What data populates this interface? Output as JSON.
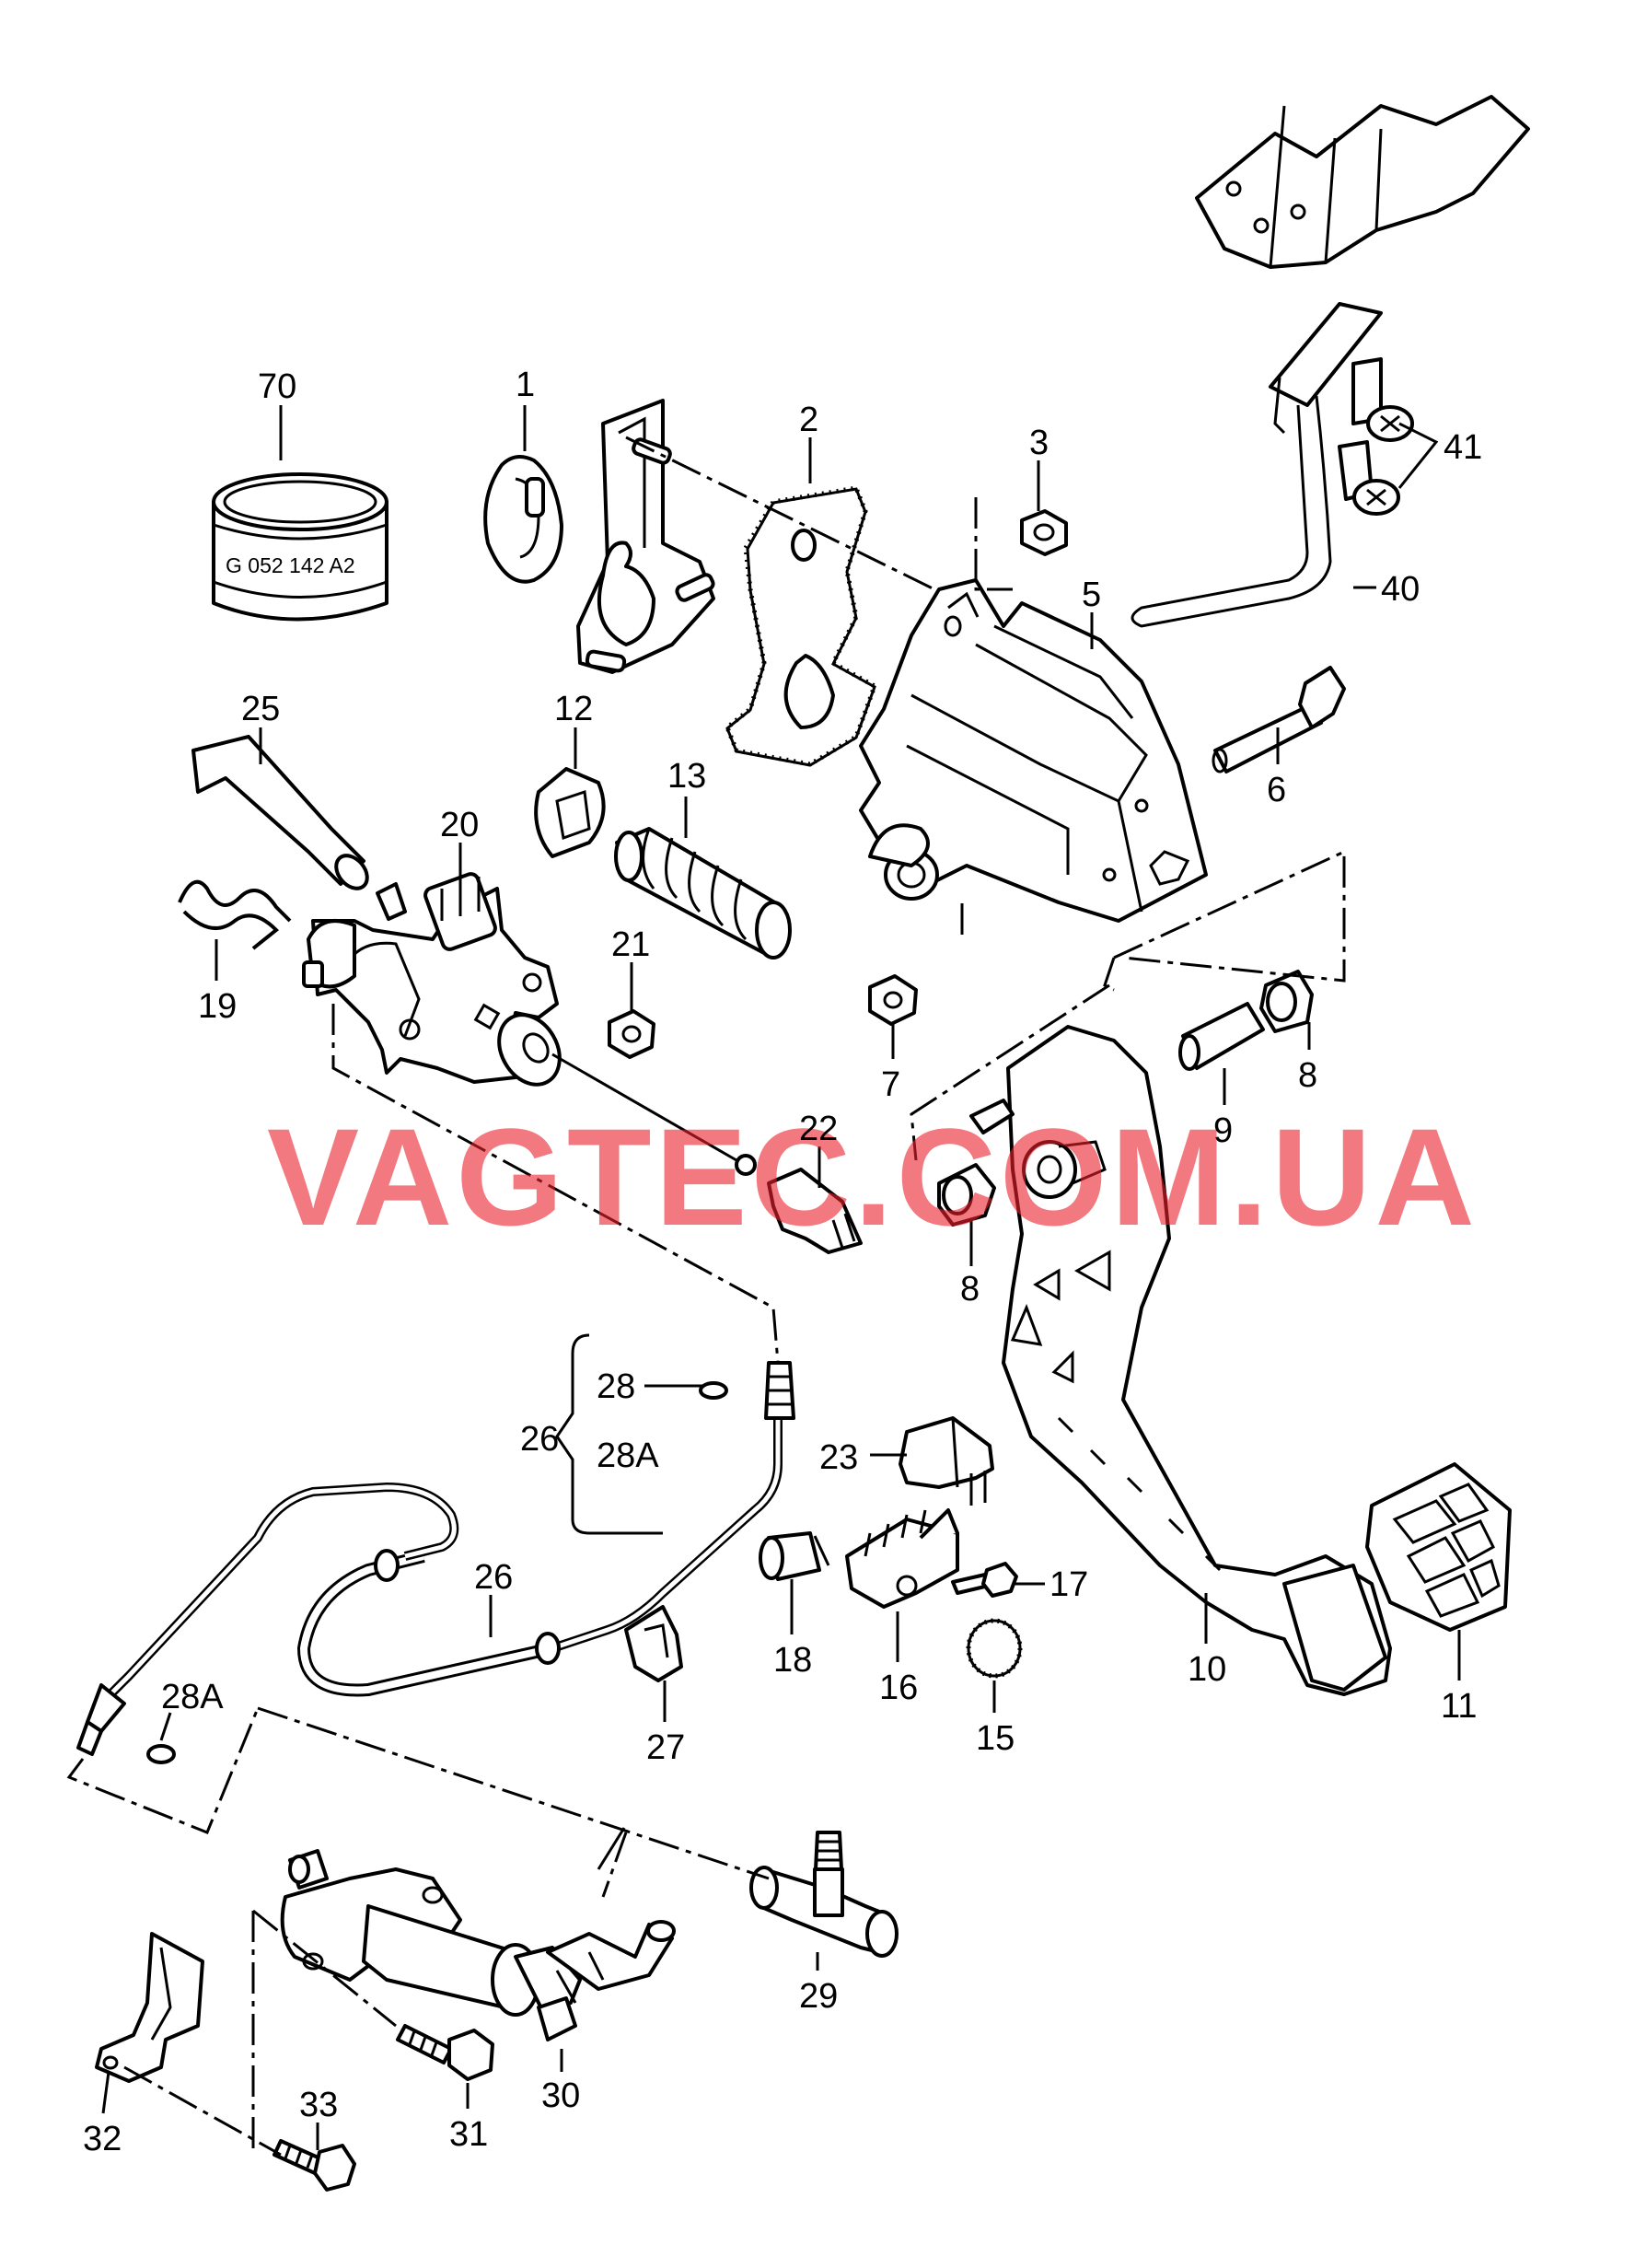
{
  "watermark": "VAGTEC.COM.UA",
  "part_stamp": "G 052 142 A2",
  "callouts": {
    "p70": "70",
    "p1": "1",
    "p2": "2",
    "p3": "3",
    "p5": "5",
    "p41": "41",
    "p40": "40",
    "p25": "25",
    "p12": "12",
    "p13": "13",
    "p20": "20",
    "p6": "6",
    "p19": "19",
    "p21": "21",
    "p7": "7",
    "p8a": "8",
    "p9": "9",
    "p22": "22",
    "p8b": "8",
    "p28": "28",
    "p26a": "26",
    "p28Aa": "28A",
    "p23": "23",
    "p17": "17",
    "p26b": "26",
    "p18": "18",
    "p16": "16",
    "p10": "10",
    "p11": "11",
    "p28Ab": "28A",
    "p27": "27",
    "p15": "15",
    "p29": "29",
    "p32": "32",
    "p33": "33",
    "p31": "31",
    "p30": "30"
  }
}
